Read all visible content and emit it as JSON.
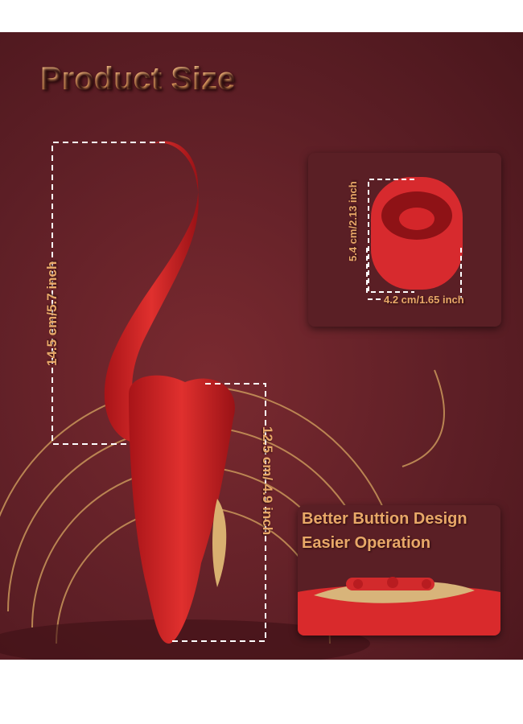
{
  "title": "Product Size",
  "dimensions": {
    "length": "14.5 cm/5.7 inch",
    "head_height": "12.5 cm/ 4.9 inch",
    "tip_height": "5.4 cm/2.13 inch",
    "tip_width": "4.2 cm/1.65 inch"
  },
  "feature_card": {
    "line1": "Better Buttion Design",
    "line2": "Easier Operation"
  },
  "colors": {
    "background": "#5e1f26",
    "product": "#d8282a",
    "accent": "#e8a868"
  }
}
